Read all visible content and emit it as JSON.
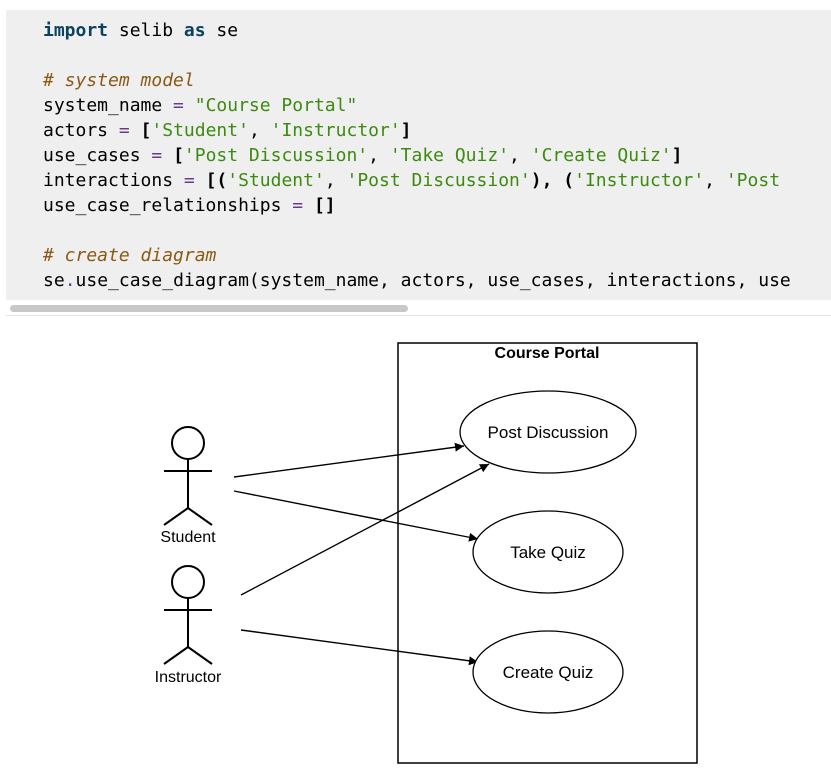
{
  "code_cell": {
    "lines": [
      {
        "tokens": [
          {
            "t": "import",
            "c": "kw"
          },
          {
            "t": " selib ",
            "c": ""
          },
          {
            "t": "as",
            "c": "kw"
          },
          {
            "t": " se",
            "c": ""
          }
        ]
      },
      {
        "tokens": []
      },
      {
        "tokens": [
          {
            "t": "# system model",
            "c": "cm"
          }
        ]
      },
      {
        "tokens": [
          {
            "t": "system_name ",
            "c": ""
          },
          {
            "t": "=",
            "c": "op"
          },
          {
            "t": " ",
            "c": ""
          },
          {
            "t": "\"Course Portal\"",
            "c": "st"
          }
        ]
      },
      {
        "tokens": [
          {
            "t": "actors ",
            "c": ""
          },
          {
            "t": "=",
            "c": "op"
          },
          {
            "t": " ",
            "c": ""
          },
          {
            "t": "[",
            "c": "pn"
          },
          {
            "t": "'Student'",
            "c": "st"
          },
          {
            "t": ", ",
            "c": ""
          },
          {
            "t": "'Instructor'",
            "c": "st"
          },
          {
            "t": "]",
            "c": "pn"
          }
        ]
      },
      {
        "tokens": [
          {
            "t": "use_cases ",
            "c": ""
          },
          {
            "t": "=",
            "c": "op"
          },
          {
            "t": " ",
            "c": ""
          },
          {
            "t": "[",
            "c": "pn"
          },
          {
            "t": "'Post Discussion'",
            "c": "st"
          },
          {
            "t": ", ",
            "c": ""
          },
          {
            "t": "'Take Quiz'",
            "c": "st"
          },
          {
            "t": ", ",
            "c": ""
          },
          {
            "t": "'Create Quiz'",
            "c": "st"
          },
          {
            "t": "]",
            "c": "pn"
          }
        ]
      },
      {
        "tokens": [
          {
            "t": "interactions ",
            "c": ""
          },
          {
            "t": "=",
            "c": "op"
          },
          {
            "t": " ",
            "c": ""
          },
          {
            "t": "[(",
            "c": "pn"
          },
          {
            "t": "'Student'",
            "c": "st"
          },
          {
            "t": ", ",
            "c": ""
          },
          {
            "t": "'Post Discussion'",
            "c": "st"
          },
          {
            "t": "),",
            "c": "pn"
          },
          {
            "t": " ",
            "c": ""
          },
          {
            "t": "(",
            "c": "pn"
          },
          {
            "t": "'Instructor'",
            "c": "st"
          },
          {
            "t": ", ",
            "c": ""
          },
          {
            "t": "'Post",
            "c": "st"
          }
        ]
      },
      {
        "tokens": [
          {
            "t": "use_case_relationships ",
            "c": ""
          },
          {
            "t": "=",
            "c": "op"
          },
          {
            "t": " ",
            "c": ""
          },
          {
            "t": "[]",
            "c": "pn"
          }
        ]
      },
      {
        "tokens": []
      },
      {
        "tokens": [
          {
            "t": "# create diagram",
            "c": "cm"
          }
        ]
      },
      {
        "tokens": [
          {
            "t": "se",
            "c": ""
          },
          {
            "t": ".",
            "c": "op"
          },
          {
            "t": "use_case_diagram(system_name, actors, use_cases, interactions, use",
            "c": ""
          }
        ]
      }
    ]
  },
  "diagram": {
    "system_name": "Course Portal",
    "actors": [
      "Student",
      "Instructor"
    ],
    "use_cases": [
      "Post Discussion",
      "Take Quiz",
      "Create Quiz"
    ],
    "interactions": [
      [
        "Student",
        "Post Discussion"
      ],
      [
        "Student",
        "Take Quiz"
      ],
      [
        "Instructor",
        "Post Discussion"
      ],
      [
        "Instructor",
        "Create Quiz"
      ]
    ]
  }
}
